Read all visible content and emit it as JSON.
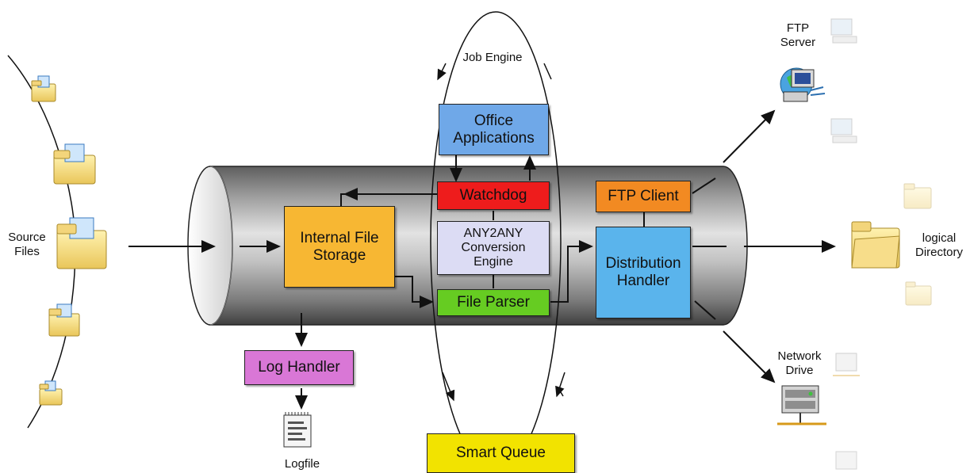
{
  "labels": {
    "source_files": "Source\nFiles",
    "job_engine": "Job Engine",
    "ftp_server": "FTP\nServer",
    "logical_directory": "logical\nDirectory",
    "network_drive": "Network\nDrive",
    "logfile": "Logfile"
  },
  "boxes": {
    "office_applications": "Office\nApplications",
    "watchdog": "Watchdog",
    "any2any": "ANY2ANY\nConversion\nEngine",
    "file_parser": "File Parser",
    "internal_file_storage": "Internal File\nStorage",
    "ftp_client": "FTP Client",
    "distribution_handler": "Distribution\nHandler",
    "log_handler": "Log Handler",
    "smart_queue": "Smart Queue"
  },
  "colors": {
    "office": "#6fa8e8",
    "watchdog": "#ee1c1c",
    "any2any": "#dcdcf4",
    "file_parser": "#66cc22",
    "storage": "#f7b733",
    "ftp_client": "#f28a22",
    "distribution": "#5ab4ec",
    "log_handler": "#d977d6",
    "smart_queue": "#f2e300"
  },
  "icons": {
    "folder": "folder-icon",
    "server": "server-icon",
    "computer": "computer-icon",
    "document": "document-icon"
  }
}
